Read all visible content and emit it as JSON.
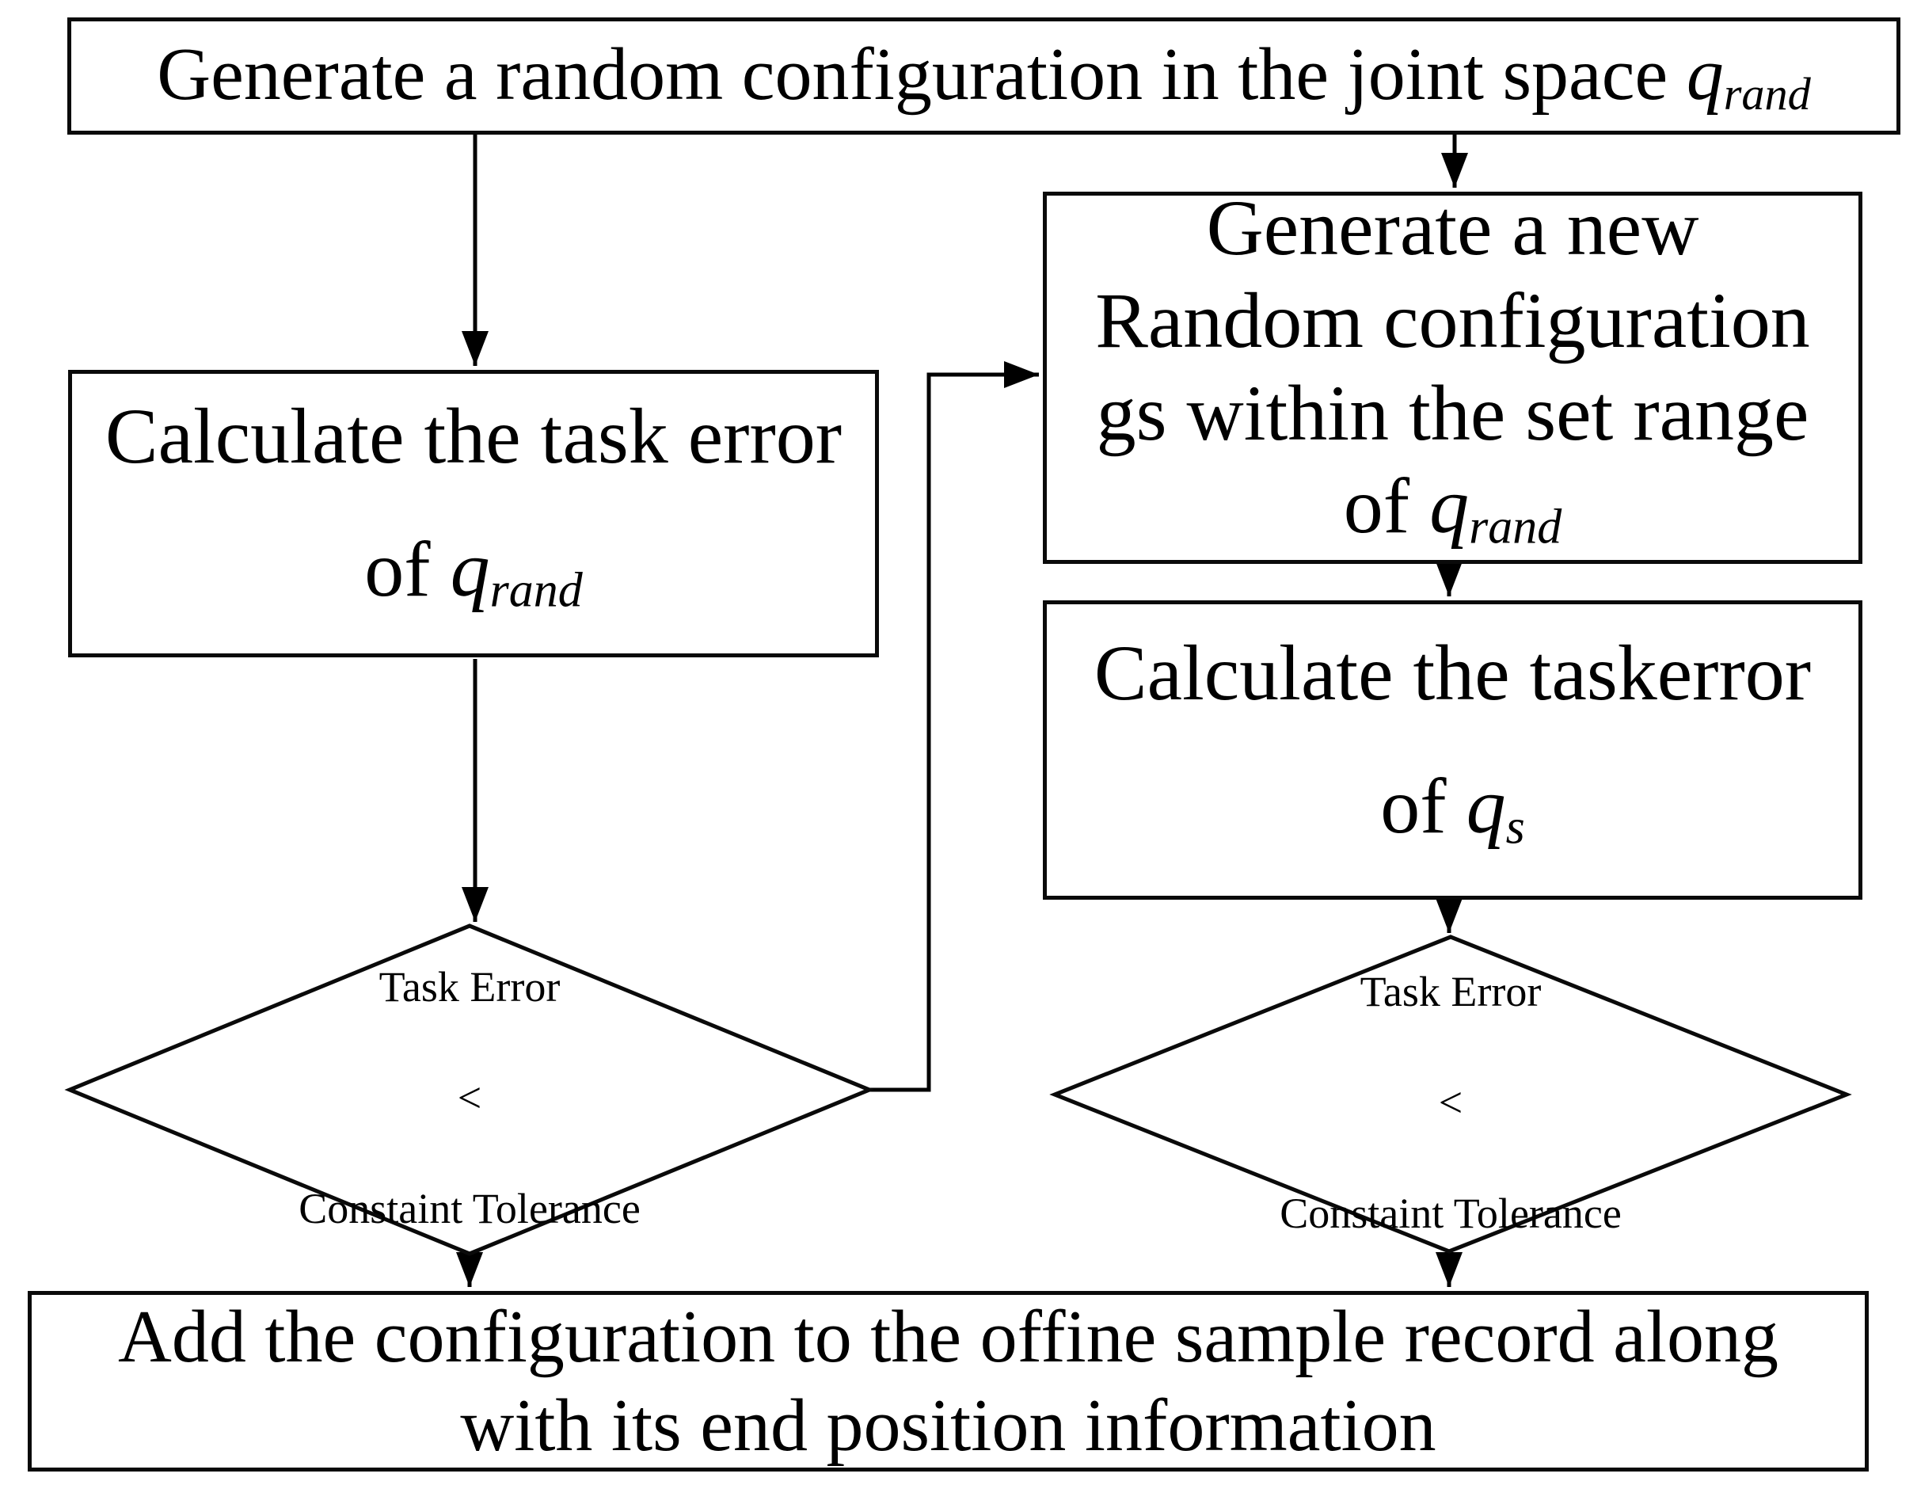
{
  "diagram_title": "",
  "colors": {
    "stroke": "#000000",
    "background": "#ffffff",
    "text": "#000000"
  },
  "nodes": {
    "generate_random": {
      "text": "Generate a random configuration in the joint space ",
      "var": "q",
      "sub": "rand"
    },
    "calc_error_qrand": {
      "line1": "Calculate the task error",
      "line2_prefix": "of ",
      "var": "q",
      "sub": "rand"
    },
    "generate_new": {
      "line1": "Generate a new",
      "line2": "Random configuration",
      "line3": "gs within the set range",
      "line4_prefix": "of ",
      "var": "q",
      "sub": "rand"
    },
    "calc_error_qs": {
      "line1": "Calculate the taskerror",
      "line2_prefix": "of ",
      "var": "q",
      "sub": "s"
    },
    "decision_left": {
      "line1": "Task Error",
      "line2": "<",
      "line3": "Constaint Tolerance"
    },
    "decision_right": {
      "line1": "Task Error",
      "line2": "<",
      "line3": "Constaint Tolerance"
    },
    "add_record": {
      "line1": "Add the configuration to the offine sample record along",
      "line2": "with its end position information"
    }
  },
  "edges": [
    {
      "from": "generate_random",
      "to": "calc_error_qrand"
    },
    {
      "from": "generate_random",
      "to": "generate_new"
    },
    {
      "from": "calc_error_qrand",
      "to": "decision_left"
    },
    {
      "from": "decision_left",
      "to": "generate_new"
    },
    {
      "from": "generate_new",
      "to": "calc_error_qs"
    },
    {
      "from": "calc_error_qs",
      "to": "decision_right"
    },
    {
      "from": "decision_left",
      "to": "add_record"
    },
    {
      "from": "decision_right",
      "to": "add_record"
    }
  ]
}
